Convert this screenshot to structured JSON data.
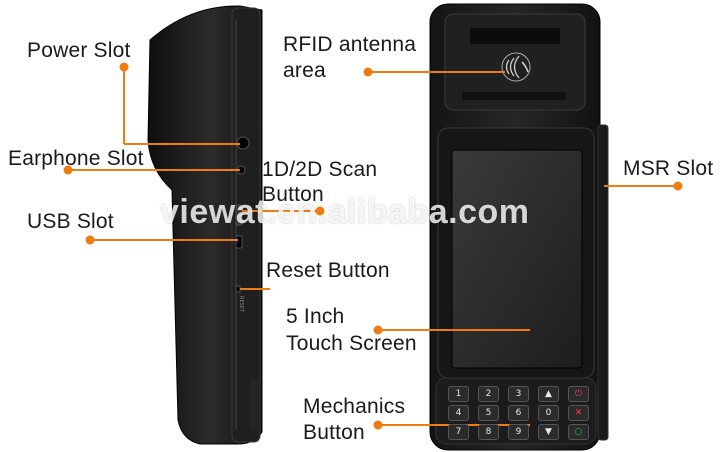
{
  "callouts": {
    "power_slot": "Power Slot",
    "earphone_slot": "Earphone Slot",
    "usb_slot": "USB Slot",
    "rfid_line1": "RFID antenna",
    "rfid_line2": "area",
    "scan_line1": "1D/2D Scan",
    "scan_line2": "Button",
    "reset_button": "Reset Button",
    "screen_line1": "5 Inch",
    "screen_line2": "Touch Screen",
    "mech_line1": "Mechanics",
    "mech_line2": "Button",
    "msr_slot": "MSR Slot"
  },
  "watermark": "viewat.en.alibaba.com",
  "device_side_labels": {
    "reset": "RESET"
  },
  "keypad": {
    "rows": [
      [
        "1",
        "2",
        "3",
        "▲",
        "⏻"
      ],
      [
        "4",
        "5",
        "6",
        "0",
        "✕"
      ],
      [
        "7",
        "8",
        "9",
        "▼",
        "○"
      ]
    ]
  },
  "colors": {
    "accent": "#f07c10",
    "device_body": "#1b1b1b",
    "screen": "#2a2a2a"
  }
}
